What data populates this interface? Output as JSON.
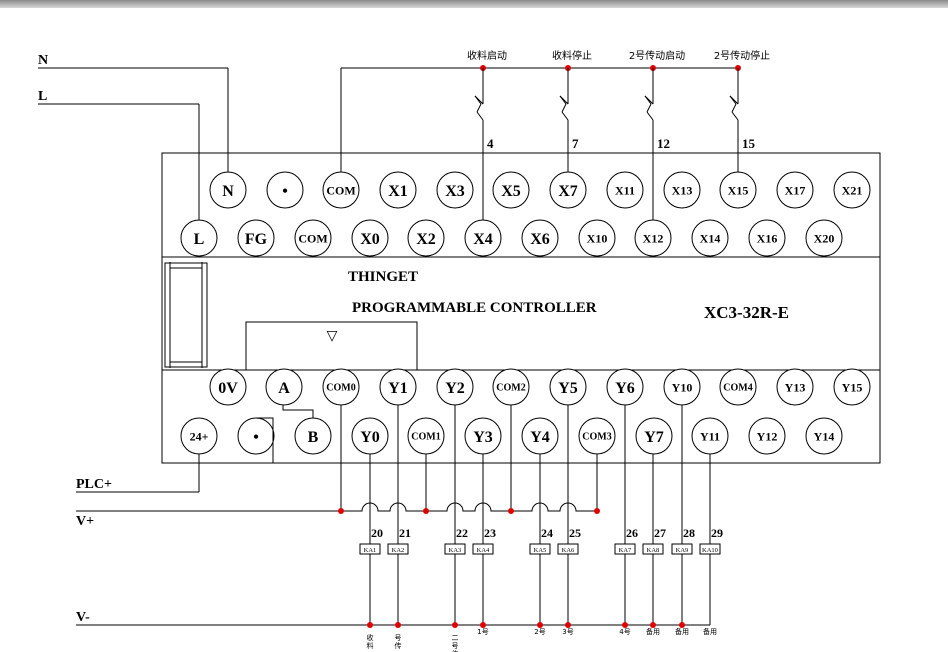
{
  "rails": {
    "n": "N",
    "l": "L",
    "plc_plus": "PLC+",
    "v_plus": "V+",
    "v_minus": "V-"
  },
  "controller": {
    "brand": "THINGET",
    "type": "PROGRAMMABLE CONTROLLER",
    "model": "XC3-32R-E",
    "indicator": "▽"
  },
  "input_top_row": [
    "N",
    "•",
    "COM",
    "X1",
    "X3",
    "X5",
    "X7",
    "X11",
    "X13",
    "X15",
    "X17",
    "X21"
  ],
  "input_bottom_row": [
    "L",
    "FG",
    "COM",
    "X0",
    "X2",
    "X4",
    "X6",
    "X10",
    "X12",
    "X14",
    "X16",
    "X20"
  ],
  "output_top_row": [
    "0V",
    "A",
    "COM0",
    "Y1",
    "Y2",
    "COM2",
    "Y5",
    "Y6",
    "Y10",
    "COM4",
    "Y13",
    "Y15"
  ],
  "output_bottom_row": [
    "24+",
    "•",
    "B",
    "Y0",
    "COM1",
    "Y3",
    "Y4",
    "COM3",
    "Y7",
    "Y11",
    "Y12",
    "Y14"
  ],
  "switches": [
    {
      "label": "收料启动",
      "wire": "4"
    },
    {
      "label": "收料停止",
      "wire": "7"
    },
    {
      "label": "2号传动启动",
      "wire": "12"
    },
    {
      "label": "2号传动停止",
      "wire": "15"
    }
  ],
  "relays": [
    {
      "wire": "20",
      "coil": "KA1",
      "note": "收料"
    },
    {
      "wire": "21",
      "coil": "KA2",
      "note": "号传"
    },
    {
      "wire": "22",
      "coil": "KA3",
      "note": "二号传"
    },
    {
      "wire": "23",
      "coil": "KA4",
      "note": "1号"
    },
    {
      "wire": "24",
      "coil": "KA5",
      "note": "2号"
    },
    {
      "wire": "25",
      "coil": "KA6",
      "note": "3号"
    },
    {
      "wire": "26",
      "coil": "KA7",
      "note": "4号"
    },
    {
      "wire": "27",
      "coil": "KA8",
      "note": "备用"
    },
    {
      "wire": "28",
      "coil": "KA9",
      "note": "备用"
    },
    {
      "wire": "29",
      "coil": "KA10",
      "note": "备用"
    }
  ]
}
